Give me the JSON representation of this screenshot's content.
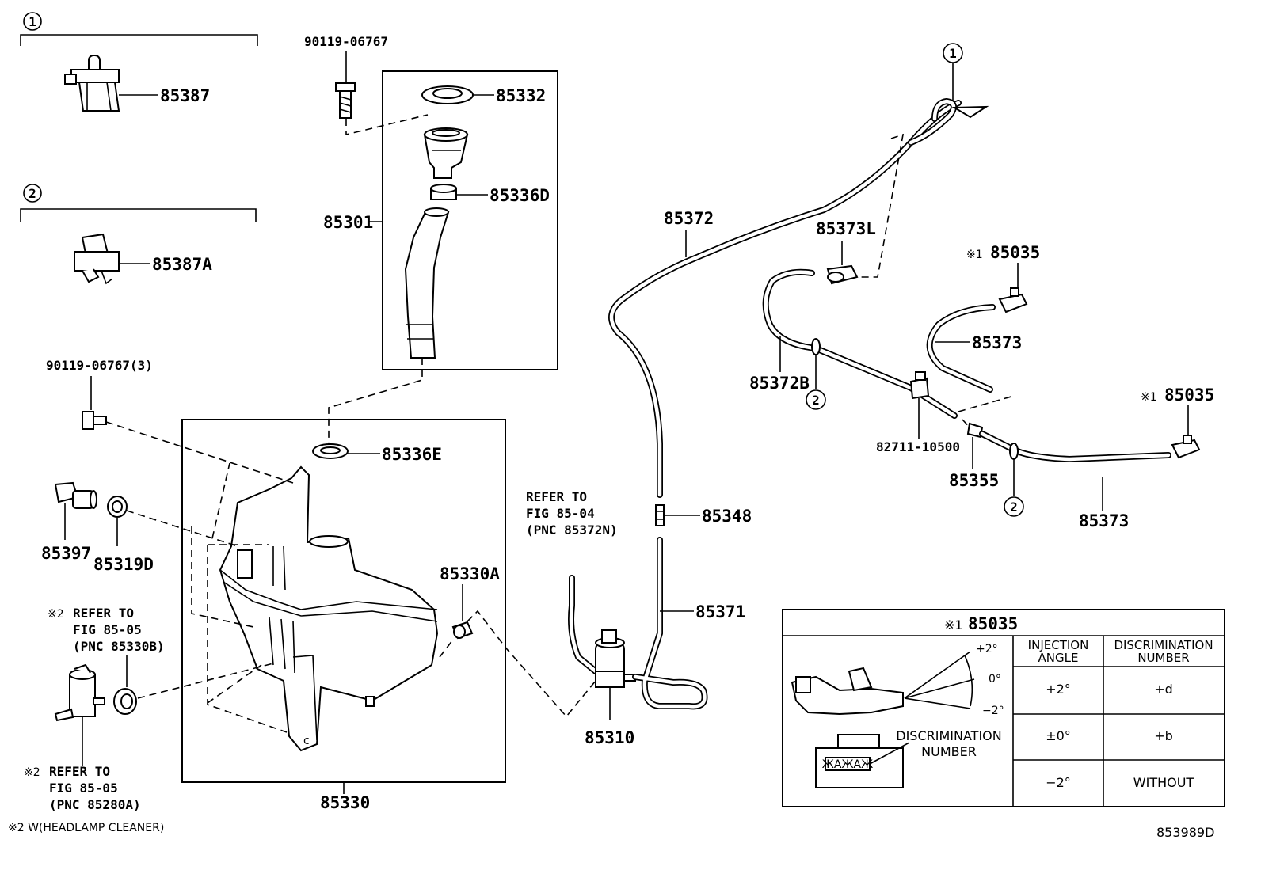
{
  "callouts": {
    "group1_marker": "1",
    "group2_marker": "2",
    "hose_marker_top": "1",
    "hose_marker_a": "2",
    "hose_marker_b": "2"
  },
  "parts": {
    "p85387": "85387",
    "p85387a": "85387A",
    "p90119_top": "90119-06767",
    "p90119_qty": "90119-06767(3)",
    "p85301": "85301",
    "p85332": "85332",
    "p85336d": "85336D",
    "p85336e": "85336E",
    "p85397": "85397",
    "p85319d": "85319D",
    "p85330a": "85330A",
    "p85330": "85330",
    "p85310": "85310",
    "p85348": "85348",
    "p85371": "85371",
    "p85372": "85372",
    "p85373l": "85373L",
    "p85372b": "85372B",
    "p82711": "82711-10500",
    "p85355": "85355",
    "p85373_a": "85373",
    "p85373_b": "85373",
    "p85035_a": "85035",
    "p85035_b": "85035",
    "note1_mark_a": "※1",
    "note1_mark_b": "※1"
  },
  "refs": {
    "ref_center": [
      "REFER TO",
      "FIG 85-04",
      "(PNC 85372N)"
    ],
    "ref_left_top": {
      "mark": "※2",
      "lines": [
        "REFER TO",
        "FIG 85-05",
        "(PNC 85330B)"
      ]
    },
    "ref_left_bottom": {
      "mark": "※2",
      "lines": [
        "REFER TO",
        "FIG 85-05",
        "(PNC 85280A)"
      ]
    }
  },
  "footnote": "※2 W(HEADLAMP CLEANER)",
  "diagram_id": "853989D",
  "inset": {
    "title_mark": "※1",
    "title_part": "85035",
    "angle_labels": [
      "+2°",
      "0°",
      "−2°"
    ],
    "disc_caption": [
      "DISCRIMINATION",
      "NUMBER"
    ],
    "stamp_text": "ЖАЖАЖ",
    "table": {
      "headers": [
        [
          "INJECTION",
          "ANGLE"
        ],
        [
          "DISCRIMINATION",
          "NUMBER"
        ]
      ],
      "rows": [
        {
          "angle": "+2°",
          "number": "+d"
        },
        {
          "angle": "±0°",
          "number": "+b"
        },
        {
          "angle": "−2°",
          "number": "WITHOUT"
        }
      ]
    }
  }
}
